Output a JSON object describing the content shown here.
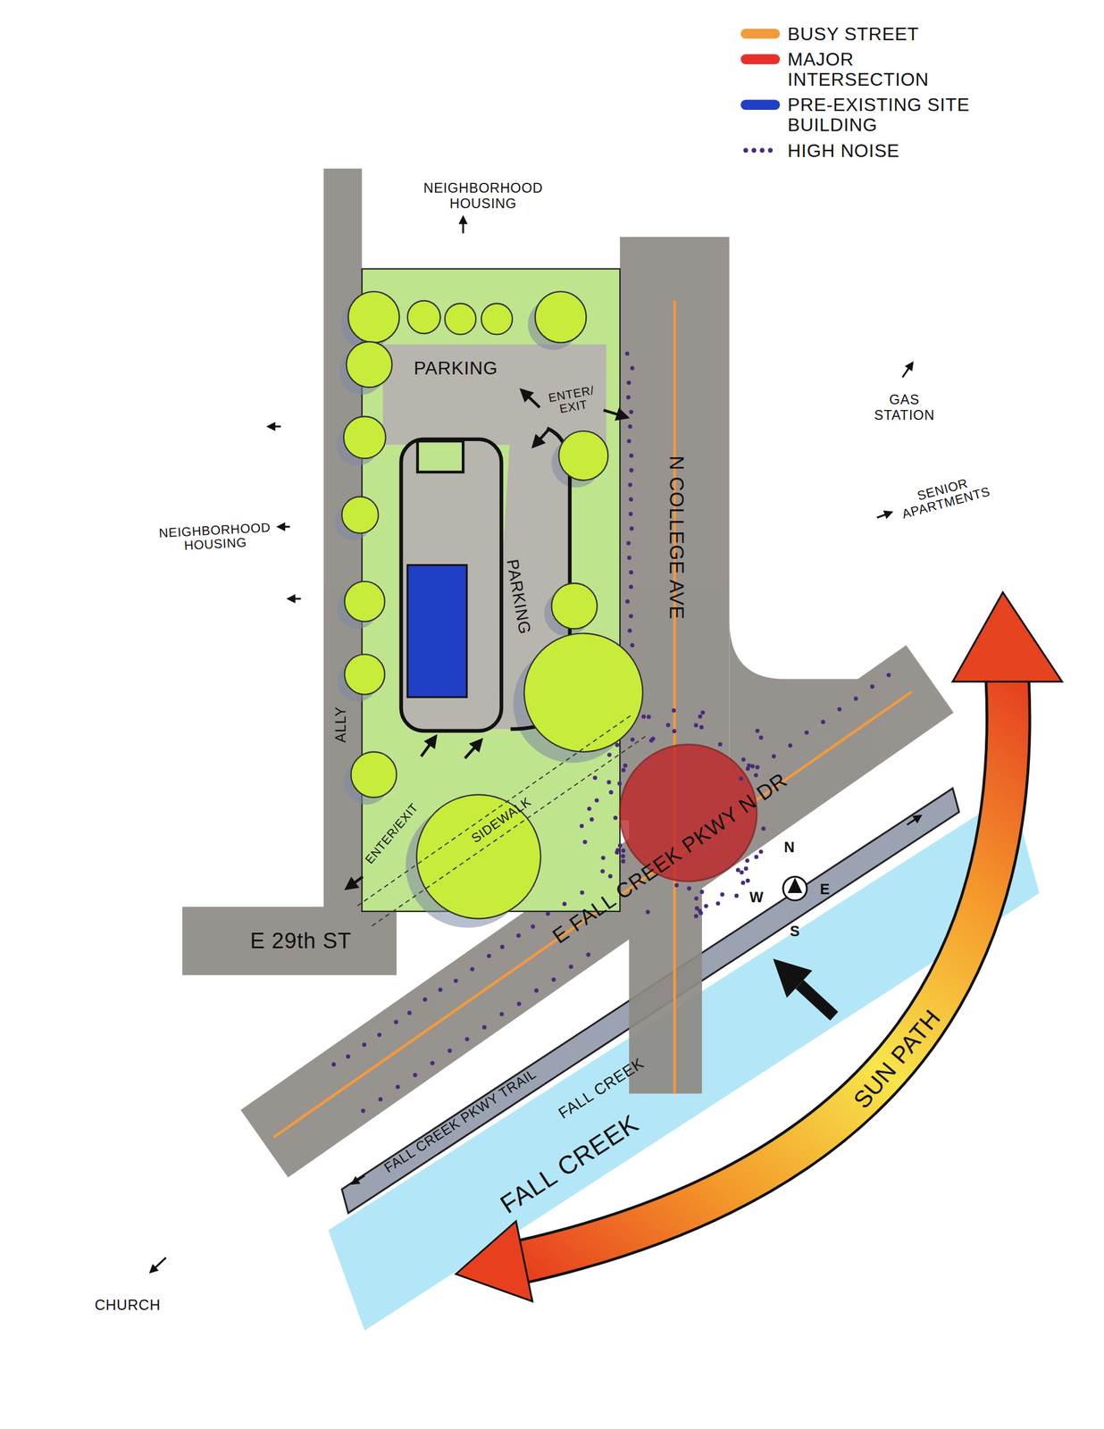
{
  "diagram": {
    "labels": [
      "NEIGHBORHOOD HOUSING",
      "PARKING",
      "ENTER/ EXIT",
      "GAS STATION",
      "NEIGHBORHOOD HOUSING",
      "SENIOR APARTMENTS",
      "N COLLEGE AVE",
      "PARKING",
      "ALLY",
      "ENTER/EXIT",
      "SIDEWALK",
      "E FALL CREEK PKWY N DR",
      "N",
      "W",
      "E",
      "S",
      "E 29th ST",
      "FALL CREEK PKWY TRAIL",
      "FALL CREEK",
      "FALL CREEK",
      "SUN PATH",
      "CHURCH"
    ],
    "legend": [
      {
        "text": "BUSY STREET",
        "color": "#f39a3c"
      },
      {
        "text": "MAJOR INTERSECTION",
        "color": "#e8302a"
      },
      {
        "text": "PRE-EXISTING SITE BUILDING",
        "color": "#1f3fc4"
      },
      {
        "text": "HIGH NOISE"
      }
    ]
  }
}
